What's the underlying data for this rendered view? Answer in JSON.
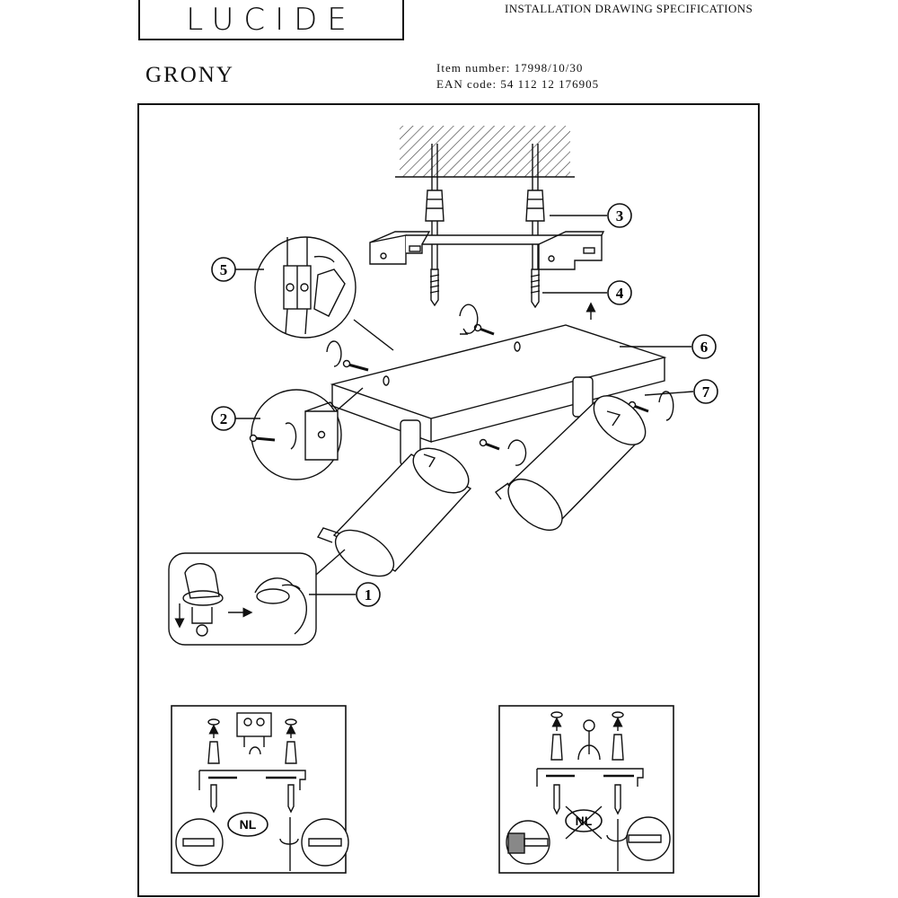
{
  "brand": {
    "logo_text": "LUCIDE"
  },
  "header": {
    "spec_title": "INSTALLATION DRAWING SPECIFICATIONS",
    "product_name": "GRONY",
    "item_number": "Item number: 17998/10/30",
    "ean_code": "EAN code: 54 112 12 176905"
  },
  "callouts": [
    "1",
    "2",
    "3",
    "4",
    "5",
    "6",
    "7"
  ],
  "sub_diagrams": {
    "left_label": "NL",
    "right_label": "NL"
  },
  "colors": {
    "ink": "#111111",
    "hatch": "#444444",
    "background": "#ffffff"
  }
}
